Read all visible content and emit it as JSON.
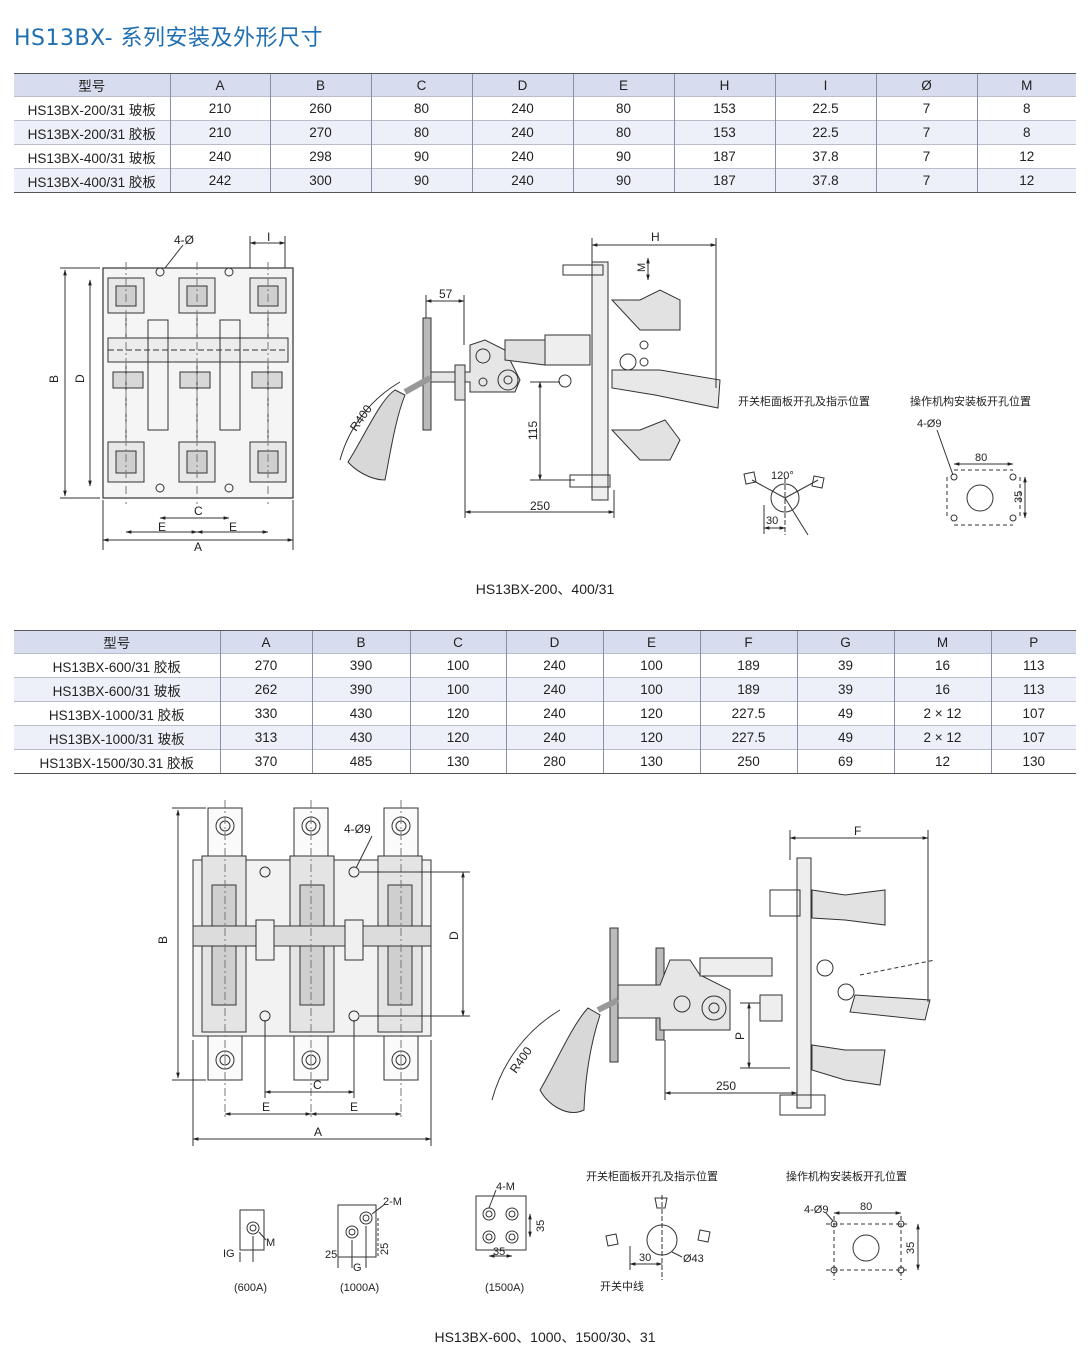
{
  "title": "HS13BX- 系列安装及外形尺寸",
  "table1": {
    "headers": [
      "型号",
      "A",
      "B",
      "C",
      "D",
      "E",
      "H",
      "I",
      "Ø",
      "M"
    ],
    "rows": [
      [
        "HS13BX-200/31 玻板",
        "210",
        "260",
        "80",
        "240",
        "80",
        "153",
        "22.5",
        "7",
        "8"
      ],
      [
        "HS13BX-200/31 胶板",
        "210",
        "270",
        "80",
        "240",
        "80",
        "153",
        "22.5",
        "7",
        "8"
      ],
      [
        "HS13BX-400/31 玻板",
        "240",
        "298",
        "90",
        "240",
        "90",
        "187",
        "37.8",
        "7",
        "12"
      ],
      [
        "HS13BX-400/31 胶板",
        "242",
        "300",
        "90",
        "240",
        "90",
        "187",
        "37.8",
        "7",
        "12"
      ]
    ]
  },
  "table2": {
    "headers": [
      "型号",
      "A",
      "B",
      "C",
      "D",
      "E",
      "F",
      "G",
      "M",
      "P"
    ],
    "rows": [
      [
        "HS13BX-600/31 胶板",
        "270",
        "390",
        "100",
        "240",
        "100",
        "189",
        "39",
        "16",
        "113"
      ],
      [
        "HS13BX-600/31 玻板",
        "262",
        "390",
        "100",
        "240",
        "100",
        "189",
        "39",
        "16",
        "113"
      ],
      [
        "HS13BX-1000/31 胶板",
        "330",
        "430",
        "120",
        "240",
        "120",
        "227.5",
        "49",
        "2 × 12",
        "107"
      ],
      [
        "HS13BX-1000/31 玻板",
        "313",
        "430",
        "120",
        "240",
        "120",
        "227.5",
        "49",
        "2 × 12",
        "107"
      ],
      [
        "HS13BX-1500/30.31 胶板",
        "370",
        "485",
        "130",
        "280",
        "130",
        "250",
        "69",
        "12",
        "130"
      ]
    ]
  },
  "figure1": {
    "caption": "HS13BX-200、400/31",
    "front_labels": {
      "hole": "4-Ø",
      "i": "I",
      "b": "B",
      "d": "D",
      "c": "C",
      "e_left": "E",
      "e_right": "E",
      "a": "A"
    },
    "side_labels": {
      "h": "H",
      "m": "M",
      "dim57": "57",
      "r400": "R400",
      "dim115": "115",
      "dim250": "250"
    },
    "panel_title": "开关柜面板开孔及指示位置",
    "panel_angle": "120°",
    "panel_dim": "30",
    "mount_title": "操作机构安装板开孔位置",
    "mount_hole": "4-Ø9",
    "mount_w": "80",
    "mount_h": "35"
  },
  "figure2": {
    "caption": "HS13BX-600、1000、1500/30、31",
    "front_labels": {
      "hole": "4-Ø9",
      "b": "B",
      "d": "D",
      "c": "C",
      "e_left": "E",
      "e_right": "E",
      "a": "A"
    },
    "side_labels": {
      "f": "F",
      "p": "P",
      "dim250": "250",
      "r400": "R400"
    },
    "details": {
      "d600": {
        "caption": "(600A)",
        "ig": "IG",
        "m": "M"
      },
      "d1000": {
        "caption": "(1000A)",
        "m": "2-M",
        "d25a": "25",
        "d25b": "25",
        "g": "G"
      },
      "d1500": {
        "caption": "(1500A)",
        "m": "4-M",
        "d35a": "35",
        "d35b": "35"
      }
    },
    "panel_title": "开关柜面板开孔及指示位置",
    "panel_dim30": "30",
    "panel_dia": "Ø43",
    "panel_center": "开关中线",
    "mount_title": "操作机构安装板开孔位置",
    "mount_hole": "4-Ø9",
    "mount_w": "80",
    "mount_h": "35"
  }
}
